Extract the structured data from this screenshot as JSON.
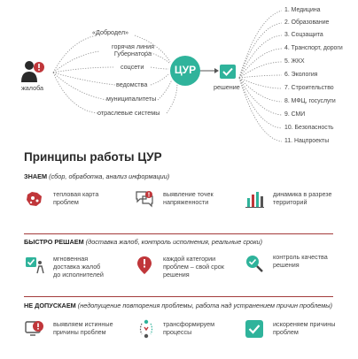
{
  "diagram": {
    "left_label": "жалоба",
    "center_label": "ЦУР",
    "right_label": "решение",
    "sources": [
      "«Добродел»",
      "горячая линия\nГубернатора",
      "соцсети",
      "ведомства",
      "муниципалитеты",
      "отраслевые системы"
    ],
    "categories": [
      "1. Медицина",
      "2. Образование",
      "3. Соцзащита",
      "4. Транспорт, дороги",
      "5. ЖКХ",
      "6. Экология",
      "7. Строительство",
      "8. МФЦ, госуслуги",
      "9. СМИ",
      "10. Безопасность",
      "11. Нацпроекты"
    ]
  },
  "title": "Принципы работы ЦУР",
  "sections": [
    {
      "head_bold": "ЗНАЕМ",
      "head_rest": " (сбор, обработка, анализ информации)",
      "items": [
        "тепловая карта\nпроблем",
        "выявление точек\nнапряженности",
        "динамика в разрезе\nтерриторий"
      ]
    },
    {
      "head_bold": "БЫСТРО РЕШАЕМ",
      "head_rest": " (доставка жалоб, контроль исполнения, реальные сроки)",
      "items": [
        "мгновенная\nдоставка жалоб\nдо исполнителей",
        "каждой категории\nпроблем – свой срок\nрешения",
        "контроль качества\nрешения"
      ]
    },
    {
      "head_bold": "НЕ ДОПУСКАЕМ",
      "head_rest": " (недопущение повторения проблемы, работа над устранением причин проблемы)",
      "items": [
        "выявляем истинные\nпричины проблем",
        "трансформируем\nпроцессы",
        "искореняем причины\nпроблем"
      ]
    }
  ],
  "colors": {
    "teal": "#2fb39b",
    "red": "#c0363a",
    "dark": "#3a3a3a",
    "rule": "#a33b3b"
  },
  "icons": [
    "person-alert-icon",
    "check-box-icon",
    "heat-map-icon",
    "speech-bubbles-alert-icon",
    "bar-chart-icon",
    "checked-box-courier-icon",
    "alert-marker-icon",
    "magnifier-check-icon",
    "monitor-alert-icon",
    "cycle-process-icon",
    "check-badge-icon"
  ]
}
